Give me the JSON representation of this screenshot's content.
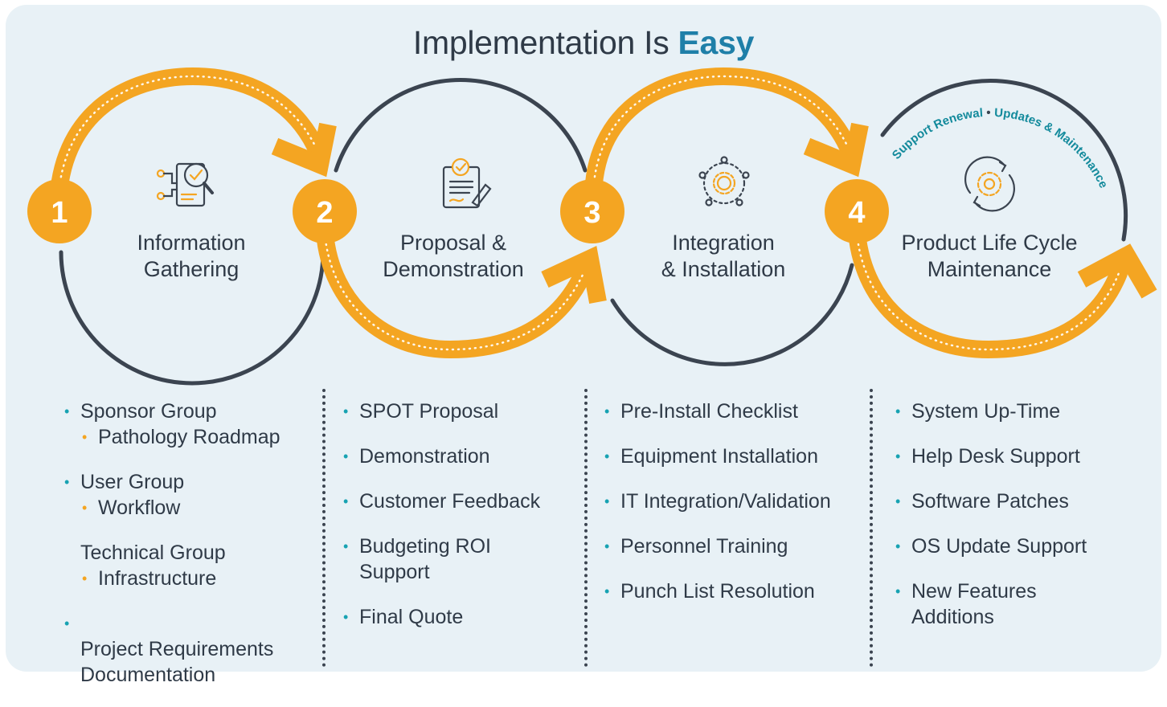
{
  "title": {
    "prefix": "Implementation Is ",
    "accent": "Easy"
  },
  "colors": {
    "orange": "#f4a522",
    "teal": "#17a2b2",
    "dark": "#3b4450",
    "blue": "#1f7fa8",
    "background": "#e8f1f6"
  },
  "steps": [
    {
      "number": "1",
      "label": "Information\nGathering",
      "icon": "document-search-icon"
    },
    {
      "number": "2",
      "label": "Proposal &\nDemonstration",
      "icon": "proposal-checklist-icon"
    },
    {
      "number": "3",
      "label": "Integration\n& Installation",
      "icon": "integration-gear-network-icon"
    },
    {
      "number": "4",
      "label": "Product Life Cycle\nMaintenance",
      "icon": "cycle-gear-icon"
    }
  ],
  "arc_label": {
    "part1": "Support Renewal",
    "separator": "•",
    "part2": "Updates & Maintenance"
  },
  "columns": [
    {
      "items": [
        {
          "text": "Sponsor Group",
          "bullet": true,
          "sub": [
            "Pathology Roadmap"
          ]
        },
        {
          "text": "User Group",
          "bullet": true,
          "sub": [
            "Workflow"
          ]
        },
        {
          "text": "Technical Group",
          "bullet": false,
          "sub": [
            "Infrastructure"
          ]
        },
        {
          "text": "Project Requirements\nDocumentation",
          "bullet": true,
          "sub": []
        }
      ]
    },
    {
      "items": [
        "SPOT Proposal",
        "Demonstration",
        "Customer Feedback",
        "Budgeting ROI\nSupport",
        "Final Quote"
      ]
    },
    {
      "items": [
        "Pre-Install Checklist",
        "Equipment Installation",
        "IT Integration/Validation",
        "Personnel Training",
        "Punch List Resolution"
      ]
    },
    {
      "items": [
        "System Up-Time",
        "Help Desk Support",
        "Software Patches",
        "OS Update Support",
        "New Features\nAdditions"
      ]
    }
  ]
}
